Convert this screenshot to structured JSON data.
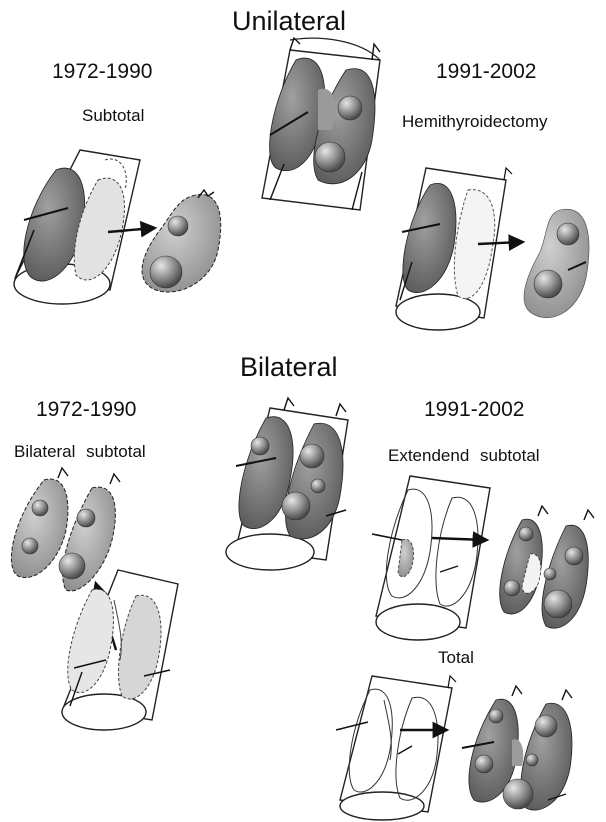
{
  "headings": {
    "unilateral": "Unilateral",
    "bilateral": "Bilateral"
  },
  "unilateral": {
    "left_period": "1972-1990",
    "right_period": "1991-2002",
    "left_procedure": "Subtotal",
    "right_procedure": "Hemithyroidectomy"
  },
  "bilateral": {
    "left_period": "1972-1990",
    "right_period": "1991-2002",
    "left_procedure": "Bilateral  subtotal",
    "right_procedure_1": "Extendend  subtotal",
    "right_procedure_2": "Total"
  },
  "colors": {
    "lobe_dark": "#6e6e6e",
    "lobe_mid": "#a8a8a8",
    "lobe_light": "#e6e6e6",
    "outline": "#222222"
  }
}
